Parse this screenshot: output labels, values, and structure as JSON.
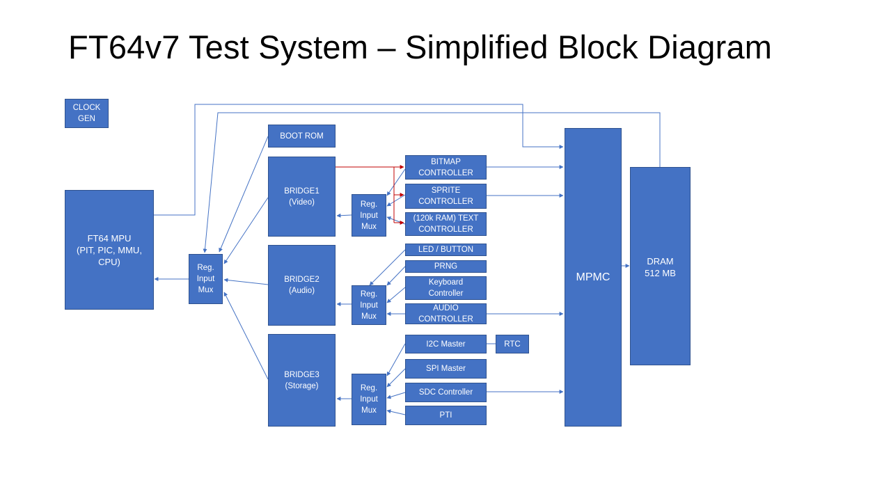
{
  "slide": {
    "title": "FT64v7 Test System – Simplified Block Diagram"
  },
  "colors": {
    "block_fill": "#4472C4",
    "block_border": "#2F528F",
    "wire": "#4472C4",
    "video_bus": "#C00000"
  },
  "blocks": {
    "clock_gen": "CLOCK\nGEN",
    "mpu": "FT64 MPU\n(PIT, PIC, MMU,\nCPU)",
    "mux_main": "Reg.\nInput\nMux",
    "boot_rom": "BOOT ROM",
    "bridge1": "BRIDGE1\n(Video)",
    "bridge2": "BRIDGE2\n(Audio)",
    "bridge3": "BRIDGE3\n(Storage)",
    "mux_video": "Reg.\nInput\nMux",
    "mux_audio": "Reg.\nInput\nMux",
    "mux_storage": "Reg.\nInput\nMux",
    "bitmap": "BITMAP\nCONTROLLER",
    "sprite": "SPRITE\nCONTROLLER",
    "text": "(120k RAM)  TEXT\nCONTROLLER",
    "led": "LED / BUTTON",
    "prng": "PRNG",
    "keyboard": "Keyboard\nController",
    "audio": "AUDIO\nCONTROLLER",
    "i2c": "I2C Master",
    "rtc": "RTC",
    "spi": "SPI Master",
    "sdc": "SDC Controller",
    "pti": "PTI",
    "mpmc": "MPMC",
    "dram": "DRAM\n512 MB"
  }
}
